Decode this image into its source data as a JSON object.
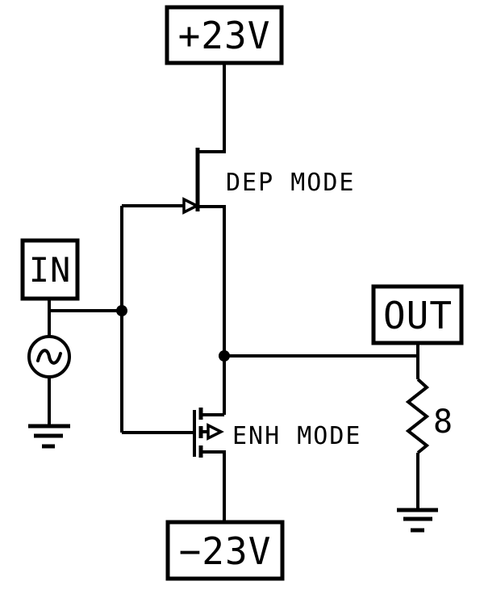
{
  "diagram": {
    "type": "circuit-schematic",
    "description": "Push-pull amplifier stage using a depletion-mode and an enhancement-mode transistor between positive and negative supply rails, driven by an AC input source, with a resistive load to ground at the output",
    "colors": {
      "line": "#000000",
      "background": "#ffffff"
    },
    "labels": {
      "supply_positive": "+23V",
      "supply_negative": "−23V",
      "input": "IN",
      "output": "OUT",
      "transistor_top": "DEP MODE",
      "transistor_bottom": "ENH MODE",
      "resistor_value": "8"
    },
    "components": [
      {
        "name": "positive-supply",
        "label": "+23V"
      },
      {
        "name": "negative-supply",
        "label": "−23V"
      },
      {
        "name": "input-terminal",
        "label": "IN"
      },
      {
        "name": "output-terminal",
        "label": "OUT"
      },
      {
        "name": "depletion-mode-transistor",
        "label": "DEP MODE"
      },
      {
        "name": "enhancement-mode-transistor",
        "label": "ENH MODE"
      },
      {
        "name": "ac-signal-source",
        "label": ""
      },
      {
        "name": "load-resistor",
        "label": "8"
      },
      {
        "name": "ground-under-source",
        "label": ""
      },
      {
        "name": "ground-under-resistor",
        "label": ""
      }
    ]
  }
}
